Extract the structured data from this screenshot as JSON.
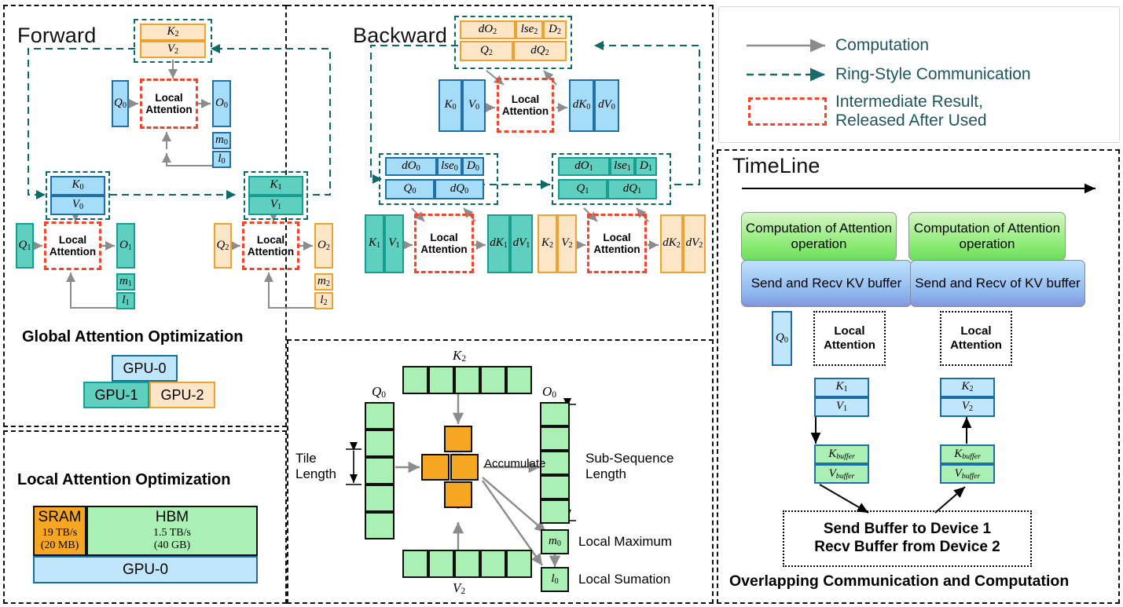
{
  "figure": {
    "panels": {
      "forward_title": "Forward",
      "backward_title": "Backward",
      "global_caption": "Global Attention Optimization",
      "local_caption": "Local Attention Optimization",
      "timeline_title": "TimeLine",
      "overlap_caption": "Overlapping Communication and Computation"
    },
    "legend": {
      "items": [
        {
          "icon": "solid-arrow-icon",
          "label": "Computation",
          "color": "#8c8c8c"
        },
        {
          "icon": "dashed-arrow-icon",
          "label": "Ring-Style Communication",
          "color": "#0d6a6a"
        },
        {
          "icon": "red-dashed-box-icon",
          "label_line1": "Intermediate Result,",
          "label_line2": "Released After Used",
          "color": "#f4452c"
        }
      ],
      "text_color": "#1d5560"
    },
    "forward": {
      "local_attention_label_line1": "Local",
      "local_attention_label_line2": "Attention",
      "kv_top": {
        "k": "K",
        "k_sub": "2",
        "v": "V",
        "v_sub": "2"
      },
      "kv_left": {
        "k": "K",
        "k_sub": "0",
        "v": "V",
        "v_sub": "0"
      },
      "kv_right": {
        "k": "K",
        "k_sub": "1",
        "v": "V",
        "v_sub": "1"
      },
      "device0": {
        "q": "Q",
        "q_sub": "0",
        "o": "O",
        "o_sub": "0",
        "m": "m",
        "m_sub": "0",
        "l": "l",
        "l_sub": "0"
      },
      "device1": {
        "q": "Q",
        "q_sub": "1",
        "o": "O",
        "o_sub": "1",
        "m": "m",
        "m_sub": "1",
        "l": "l",
        "l_sub": "1"
      },
      "device2": {
        "q": "Q",
        "q_sub": "2",
        "o": "O",
        "o_sub": "2",
        "m": "m",
        "m_sub": "2",
        "l": "l",
        "l_sub": "2"
      }
    },
    "backward": {
      "local_attention_label_line1": "Local",
      "local_attention_label_line2": "Attention",
      "group_top": {
        "dO": "dO",
        "dO_sub": "2",
        "lse": "lse",
        "lse_sub": "2",
        "D": "D",
        "D_sub": "2",
        "Q": "Q",
        "Q_sub": "2",
        "dQ": "dQ",
        "dQ_sub": "2"
      },
      "group_left": {
        "dO": "dO",
        "dO_sub": "0",
        "lse": "lse",
        "lse_sub": "0",
        "D": "D",
        "D_sub": "0",
        "Q": "Q",
        "Q_sub": "0",
        "dQ": "dQ",
        "dQ_sub": "0"
      },
      "group_right": {
        "dO": "dO",
        "dO_sub": "1",
        "lse": "lse",
        "lse_sub": "1",
        "D": "D",
        "D_sub": "1",
        "Q": "Q",
        "Q_sub": "1",
        "dQ": "dQ",
        "dQ_sub": "1"
      },
      "row0": {
        "k": "K",
        "k_sub": "0",
        "v": "V",
        "v_sub": "0",
        "dk": "dK",
        "dk_sub": "0",
        "dv": "dV",
        "dv_sub": "0"
      },
      "row1": {
        "k": "K",
        "k_sub": "1",
        "v": "V",
        "v_sub": "1",
        "dk": "dK",
        "dk_sub": "1",
        "dv": "dV",
        "dv_sub": "1"
      },
      "row2": {
        "k": "K",
        "k_sub": "2",
        "v": "V",
        "v_sub": "2",
        "dk": "dK",
        "dk_sub": "2",
        "dv": "dV",
        "dv_sub": "2"
      }
    },
    "gpu_stack": {
      "gpu0": "GPU-0",
      "gpu1": "GPU-1",
      "gpu2": "GPU-2"
    },
    "memory": {
      "sram": {
        "name": "SRAM",
        "bandwidth": "19 TB/s",
        "capacity": "(20 MB)"
      },
      "hbm": {
        "name": "HBM",
        "bandwidth": "1.5 TB/s",
        "capacity": "(40 GB)"
      },
      "gpu": "GPU-0"
    },
    "tile_diagram": {
      "q_label": "Q",
      "q_sub": "0",
      "k_label": "K",
      "k_sub": "2",
      "v_label": "V",
      "v_sub": "2",
      "o_label": "O",
      "o_sub": "0",
      "m_label": "m",
      "m_sub": "0",
      "l_label": "l",
      "l_sub": "0",
      "tile_length_line1": "Tile",
      "tile_length_line2": "Length",
      "accumulate": "Accumulate",
      "subseq_line1": "Sub-Sequence",
      "subseq_line2": "Length",
      "local_maximum": "Local Maximum",
      "local_sumation": "Local Sumation",
      "q_tiles": 5,
      "k_tiles": 5,
      "v_tiles": 5,
      "o_tiles": 5
    },
    "timeline": {
      "bars": [
        {
          "type": "computation",
          "label": "Computation of Attention operation"
        },
        {
          "type": "computation",
          "label": "Computation of Attention operation"
        },
        {
          "type": "communication",
          "label": "Send and Recv KV buffer"
        },
        {
          "type": "communication",
          "label": "Send and Recv of KV buffer"
        }
      ],
      "q_block": {
        "q": "Q",
        "q_sub": "0"
      },
      "local_attention_label_line1": "Local",
      "local_attention_label_line2": "Attention",
      "kv1": {
        "k": "K",
        "k_sub": "1",
        "v": "V",
        "v_sub": "1"
      },
      "kv2": {
        "k": "K",
        "k_sub": "2",
        "v": "V",
        "v_sub": "2"
      },
      "buffer": {
        "k": "K",
        "k_sub": "buffer",
        "v": "V",
        "v_sub": "buffer"
      },
      "send_recv_line1": "Send Buffer to Device 1",
      "send_recv_line2": "Recv Buffer from Device 2"
    },
    "colors": {
      "blue_fill": "#a5dcf7",
      "blue_border": "#1f6fa8",
      "teal_fill": "#5fcfc0",
      "teal_border": "#179e92",
      "orange_fill": "#fde6c8",
      "orange_border": "#f0a22e",
      "green_fill": "#aaf0b4",
      "sram_fill": "#f5a623",
      "red_dash": "#f4452c",
      "ring_teal": "#0d6a6a",
      "comp_gray": "#8c8c8c"
    }
  }
}
